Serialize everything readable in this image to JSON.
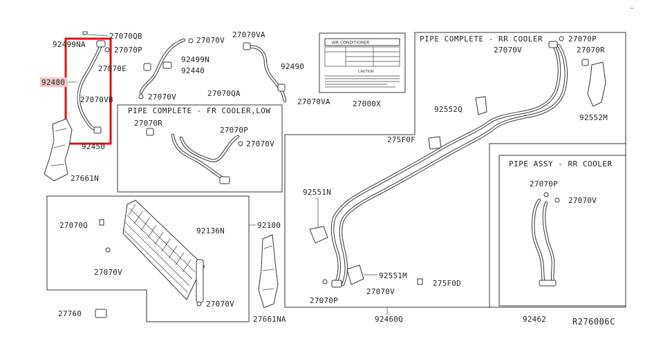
{
  "diagram_id": "R276006C",
  "highlight_color": "#e01010",
  "highlight_label_color": "#f3c7c7",
  "highlighted_part": "92480",
  "groups": {
    "fr_cooler_low": "PIPE COMPLETE - FR COOLER,LOW",
    "rr_cooler_pipe_complete": "PIPE COMPLETE - RR COOLER",
    "rr_cooler_pipe_assy": "PIPE ASSY - RR COOLER"
  },
  "label_card": {
    "title": "AIR CONDITIONER",
    "caution": "CAUTION",
    "part_no": "27000X"
  },
  "callouts": {
    "p27070QB": "27070QB",
    "p92499NA": "92499NA",
    "p27070P_a": "27070P",
    "p92480": "92480",
    "p27070E": "27070E",
    "p27070VB": "27070VB",
    "p92450": "92450",
    "p27661N": "27661N",
    "p27070V_a": "27070V",
    "p92499N": "92499N",
    "p92440": "92440",
    "p27070V_b": "27070V",
    "p27070VA_top": "27070VA",
    "p92490": "92490",
    "p27070QA": "27070QA",
    "p27070VA_bot": "27070VA",
    "p27070R_fr": "27070R",
    "p27070P_fr": "27070P",
    "p27070V_fr": "27070V",
    "p27070Q": "27070Q",
    "p92136N": "92136N",
    "p92100": "92100",
    "p27070V_c": "27070V",
    "p27070V_d": "27070V",
    "p27760": "27760",
    "p27661NA": "27661NA",
    "p27070P_rr": "27070P",
    "p27070V_rr": "27070V",
    "p27070R_rr": "27070R",
    "p92552Q": "92552Q",
    "p92552M": "92552M",
    "p275F0F": "275F0F",
    "p92551N": "92551N",
    "p92551M": "92551M",
    "p275F0D": "275F0D",
    "p27070P_b": "27070P",
    "p27070V_e": "27070V",
    "p92460Q": "92460Q",
    "p27070P_assy": "27070P",
    "p27070V_assy": "27070V",
    "p92462": "92462"
  }
}
